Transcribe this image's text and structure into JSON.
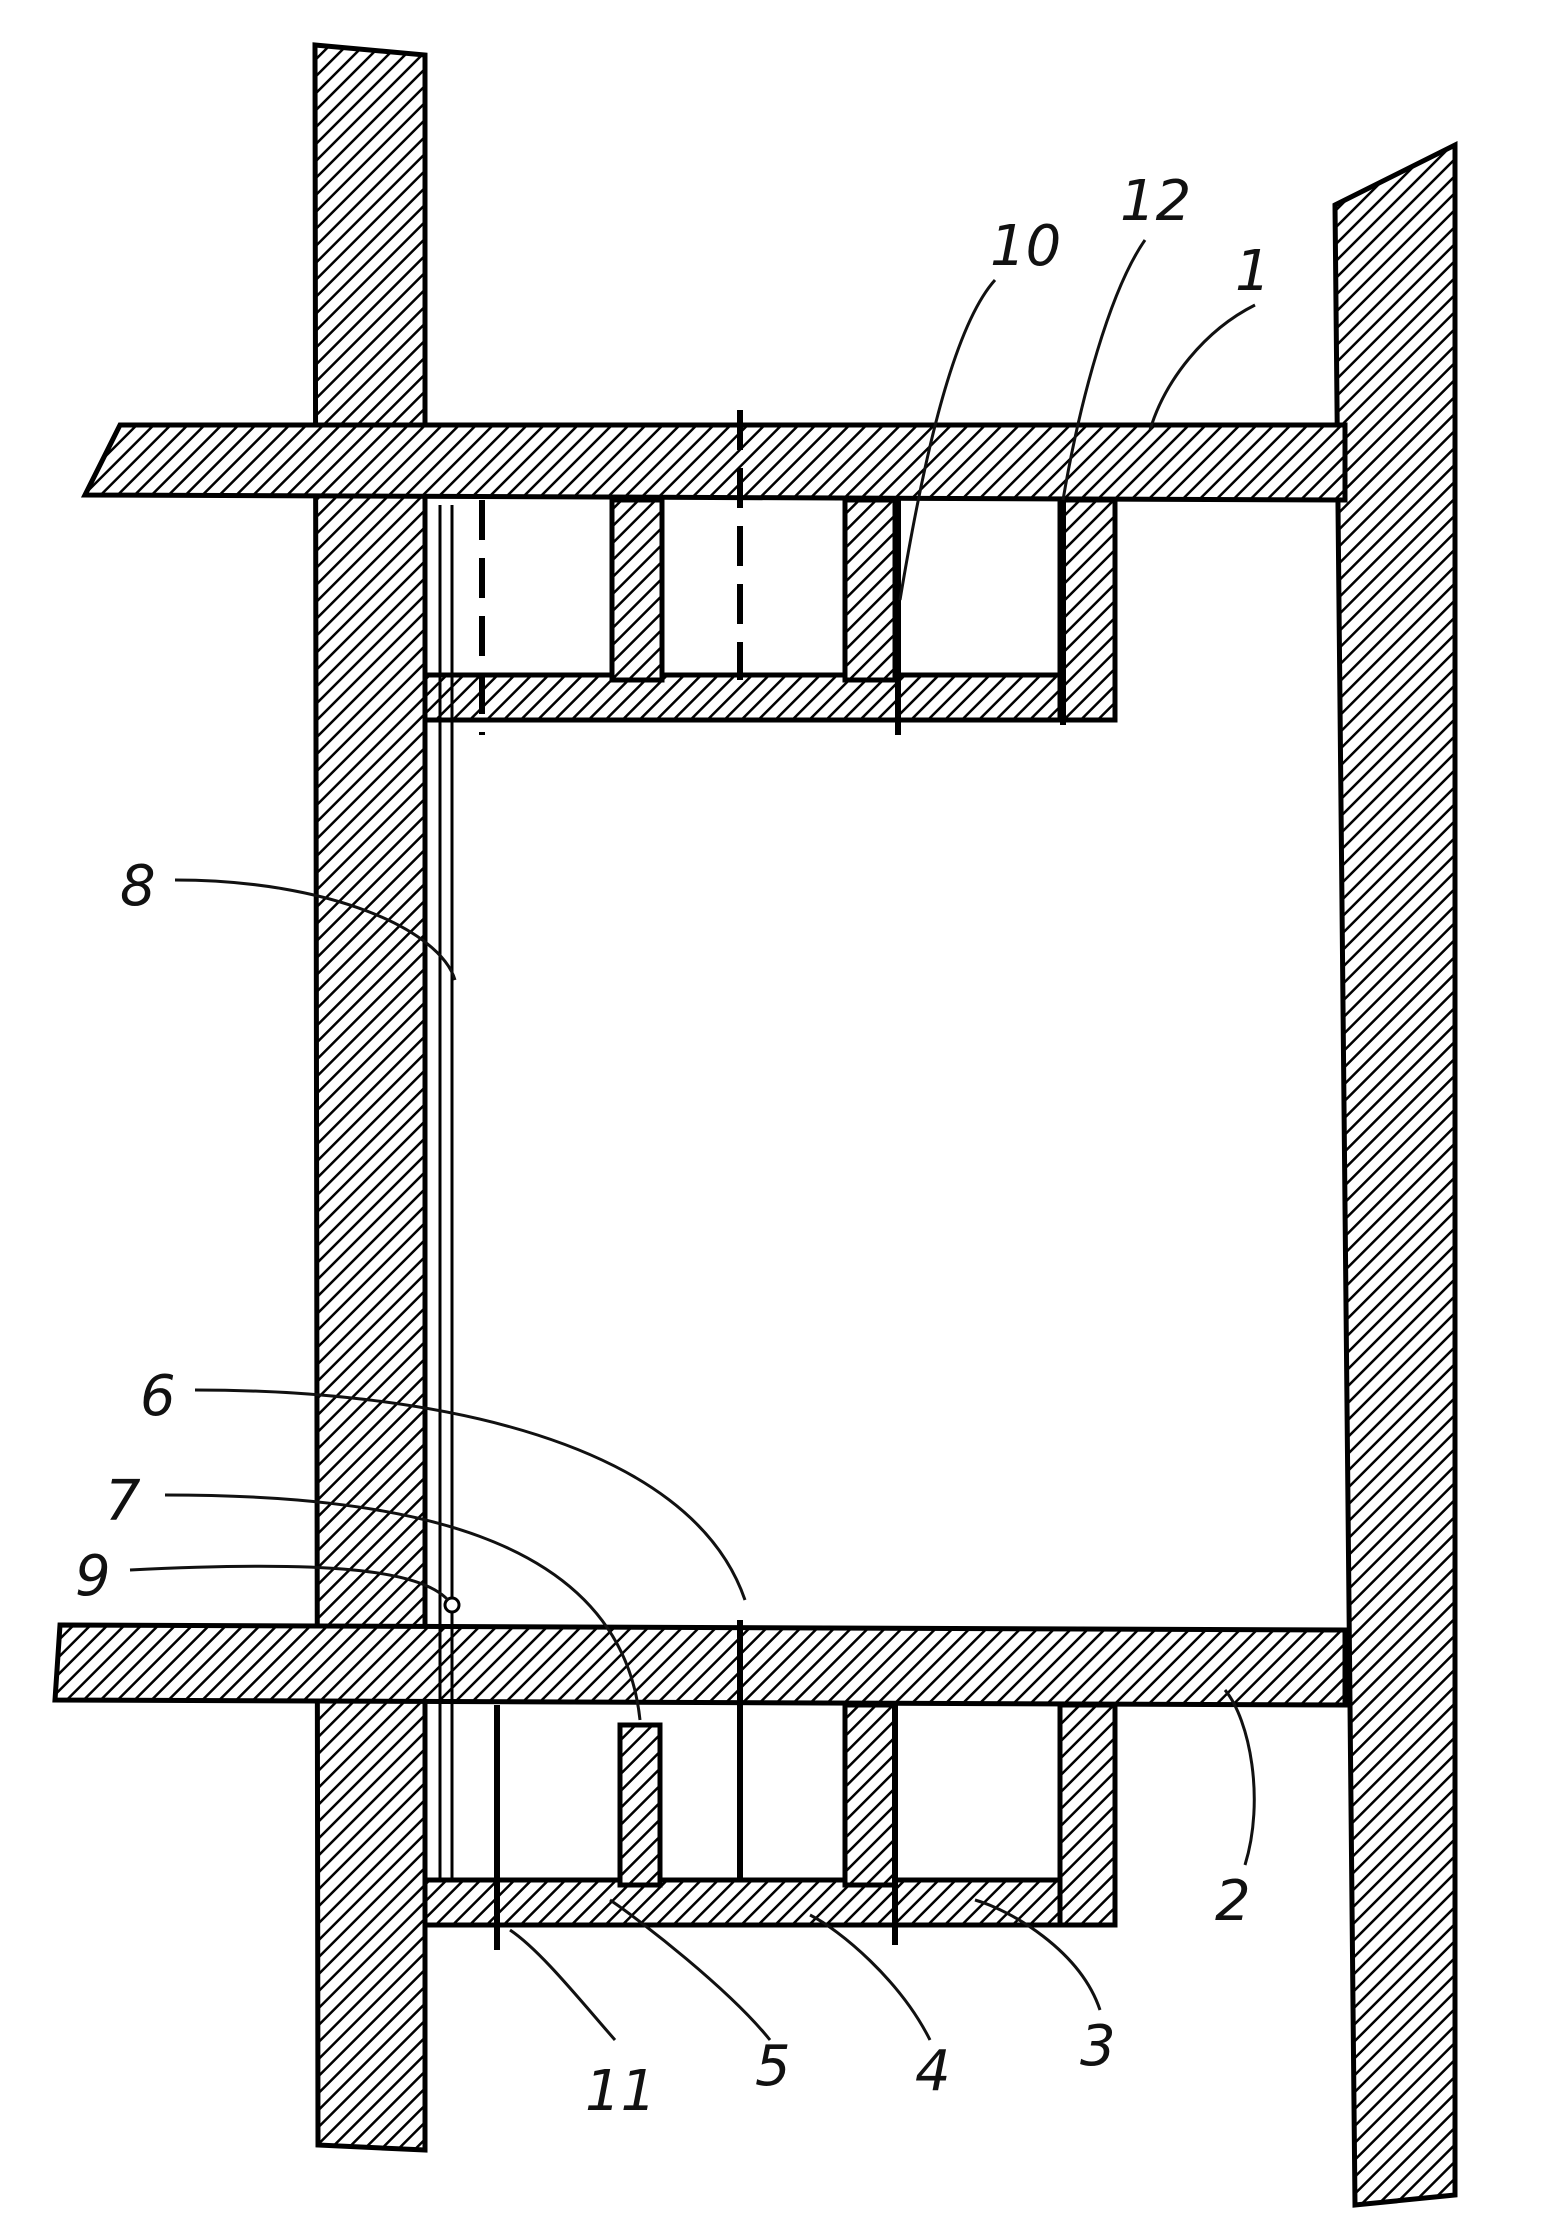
{
  "figure": {
    "colors": {
      "ink": "#000000",
      "background": "#ffffff"
    },
    "callouts": [
      {
        "id": "1",
        "label": "1"
      },
      {
        "id": "2",
        "label": "2"
      },
      {
        "id": "3",
        "label": "3"
      },
      {
        "id": "4",
        "label": "4"
      },
      {
        "id": "5",
        "label": "5"
      },
      {
        "id": "6",
        "label": "6"
      },
      {
        "id": "7",
        "label": "7"
      },
      {
        "id": "8",
        "label": "8"
      },
      {
        "id": "9",
        "label": "9"
      },
      {
        "id": "10",
        "label": "10"
      },
      {
        "id": "11",
        "label": "11"
      },
      {
        "id": "12",
        "label": "12"
      }
    ]
  }
}
